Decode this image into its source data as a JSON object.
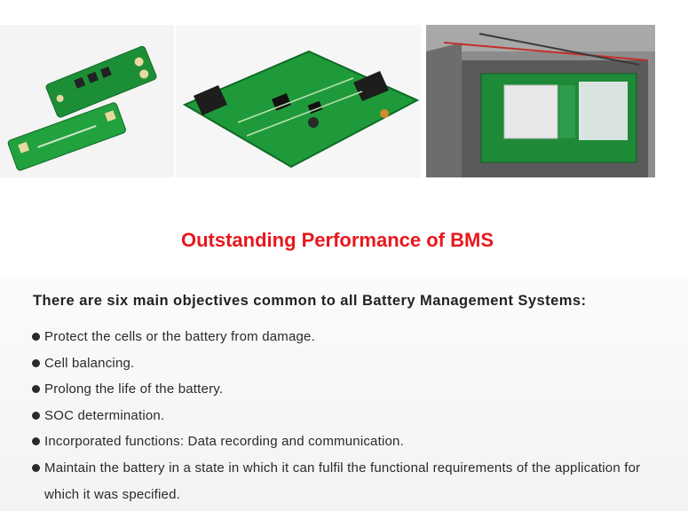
{
  "images": [
    {
      "alt": "Small green BMS protection boards"
    },
    {
      "alt": "Green battery management circuit board with connectors"
    },
    {
      "alt": "BMS board installed in a battery box"
    }
  ],
  "headline": "Outstanding Performance of BMS",
  "intro": "There are six main objectives common to all Battery Management Systems:",
  "objectives": [
    "Protect the cells or the battery from damage.",
    "Cell balancing.",
    "Prolong the life of the battery.",
    "SOC determination.",
    "Incorporated functions: Data recording and communication.",
    "Maintain the battery in a state in which it can fulfil the functional requirements of the application for which it was specified."
  ],
  "colors": {
    "headline": "#e8171d",
    "text": "#222222",
    "pcb_green": "#1f9a3a"
  },
  "icons": [
    "bullet-icon"
  ]
}
